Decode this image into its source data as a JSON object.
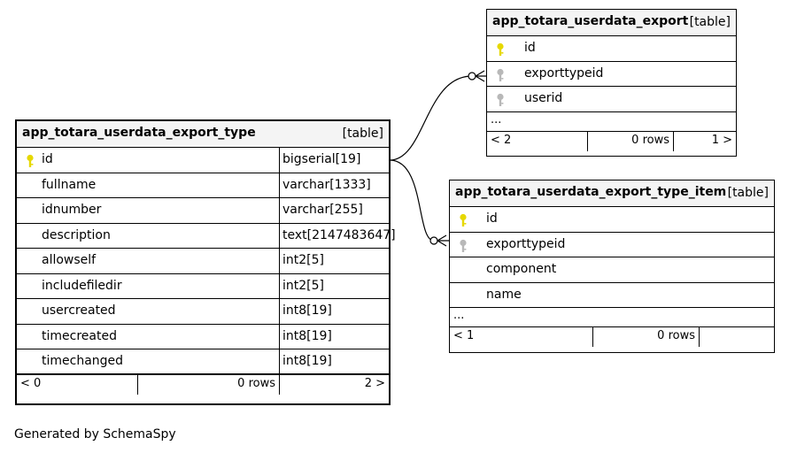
{
  "tables": {
    "export_type": {
      "name": "app_totara_userdata_export_type",
      "kind": "[table]",
      "columns": [
        {
          "name": "id",
          "type": "bigserial[19]",
          "key": "primary"
        },
        {
          "name": "fullname",
          "type": "varchar[1333]",
          "key": ""
        },
        {
          "name": "idnumber",
          "type": "varchar[255]",
          "key": ""
        },
        {
          "name": "description",
          "type": "text[2147483647]",
          "key": ""
        },
        {
          "name": "allowself",
          "type": "int2[5]",
          "key": ""
        },
        {
          "name": "includefiledir",
          "type": "int2[5]",
          "key": ""
        },
        {
          "name": "usercreated",
          "type": "int8[19]",
          "key": ""
        },
        {
          "name": "timecreated",
          "type": "int8[19]",
          "key": ""
        },
        {
          "name": "timechanged",
          "type": "int8[19]",
          "key": ""
        }
      ],
      "footer": {
        "parents": "< 0",
        "rows": "0 rows",
        "children": "2 >"
      }
    },
    "export": {
      "name": "app_totara_userdata_export",
      "kind": "[table]",
      "columns": [
        {
          "name": "id",
          "key": "primary"
        },
        {
          "name": "exporttypeid",
          "key": "foreign"
        },
        {
          "name": "userid",
          "key": "foreign"
        }
      ],
      "ellipsis": "...",
      "footer": {
        "parents": "< 2",
        "rows": "0 rows",
        "children": "1 >"
      }
    },
    "export_type_item": {
      "name": "app_totara_userdata_export_type_item",
      "kind": "[table]",
      "columns": [
        {
          "name": "id",
          "key": "primary"
        },
        {
          "name": "exporttypeid",
          "key": "foreign"
        },
        {
          "name": "component",
          "key": ""
        },
        {
          "name": "name",
          "key": ""
        }
      ],
      "ellipsis": "...",
      "footer": {
        "parents": "< 1",
        "rows": "0 rows",
        "children": ""
      }
    }
  },
  "colors": {
    "primary_key": "#e6d800",
    "foreign_key": "#b8b8b8",
    "header_bg": "#f4f4f4"
  },
  "generated_by": "Generated by SchemaSpy"
}
